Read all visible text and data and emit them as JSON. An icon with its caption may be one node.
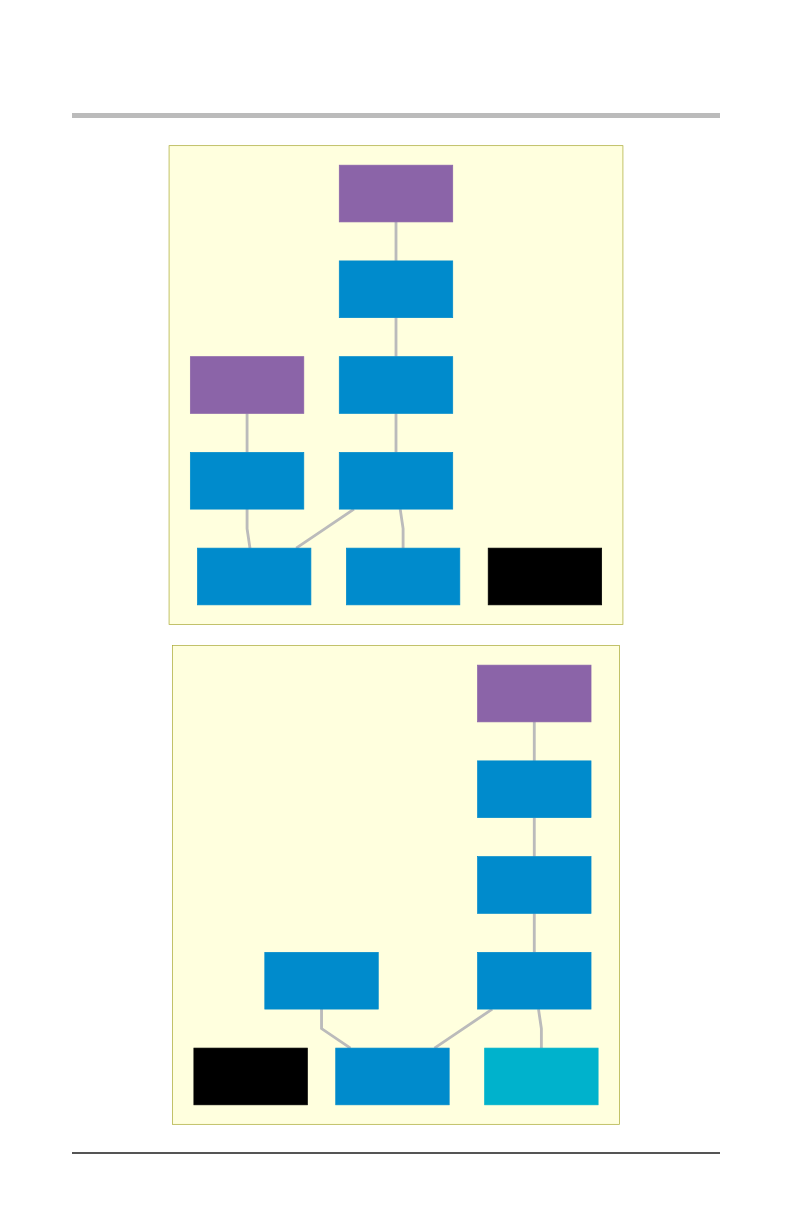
{
  "diagram": {
    "nodes": [
      {
        "text": [],
        "shape": "box"
      },
      {
        "text": [],
        "shape": "box"
      },
      {
        "text": [],
        "shape": "box",
        "in": 0
      },
      {
        "text": [],
        "shape": "box",
        "in": 0
      },
      {
        "text": [],
        "shape": "box",
        "in": 0
      },
      {
        "text": [],
        "shape": "box",
        "in": 0
      },
      {
        "text": [],
        "shape": "box",
        "in": 0
      },
      {
        "text": [],
        "shape": "box",
        "in": 0
      },
      {
        "text": [],
        "shape": "box",
        "in": 0
      },
      {
        "text": [],
        "shape": "box",
        "in": 0
      },
      {
        "text": [],
        "shape": "box",
        "in": 0
      },
      {
        "text": [],
        "shape": "box",
        "in": 1
      },
      {
        "text": [],
        "shape": "box",
        "in": 1
      },
      {
        "text": [],
        "shape": "box",
        "in": 1
      },
      {
        "text": [],
        "shape": "box",
        "in": 1
      },
      {
        "text": [],
        "shape": "box",
        "in": 1
      },
      {
        "text": [],
        "shape": "box",
        "in": 1
      },
      {
        "text": [],
        "shape": "box",
        "in": 1
      },
      {
        "text": [],
        "shape": "box",
        "in": 1
      }
    ],
    "edges": [
      {
        "from": 2,
        "to": 4,
        "arrow": "none"
      },
      {
        "from": 4,
        "to": 6,
        "arrow": "none"
      },
      {
        "from": 3,
        "to": 5,
        "arrow": "none"
      },
      {
        "from": 5,
        "to": 8,
        "arrow": "none"
      },
      {
        "from": 6,
        "to": 7,
        "arrow": "none"
      },
      {
        "from": 7,
        "to": 8,
        "arrow": "none"
      },
      {
        "from": 7,
        "to": 9,
        "arrow": "none"
      },
      {
        "from": 12,
        "to": 14,
        "arrow": "none"
      },
      {
        "from": 14,
        "to": 15,
        "arrow": "none"
      },
      {
        "from": 13,
        "to": 17,
        "arrow": "none"
      },
      {
        "from": 15,
        "to": 16,
        "arrow": "none"
      },
      {
        "from": 16,
        "to": 17,
        "arrow": "none"
      },
      {
        "from": 16,
        "to": 18,
        "arrow": "none"
      }
    ]
  }
}
